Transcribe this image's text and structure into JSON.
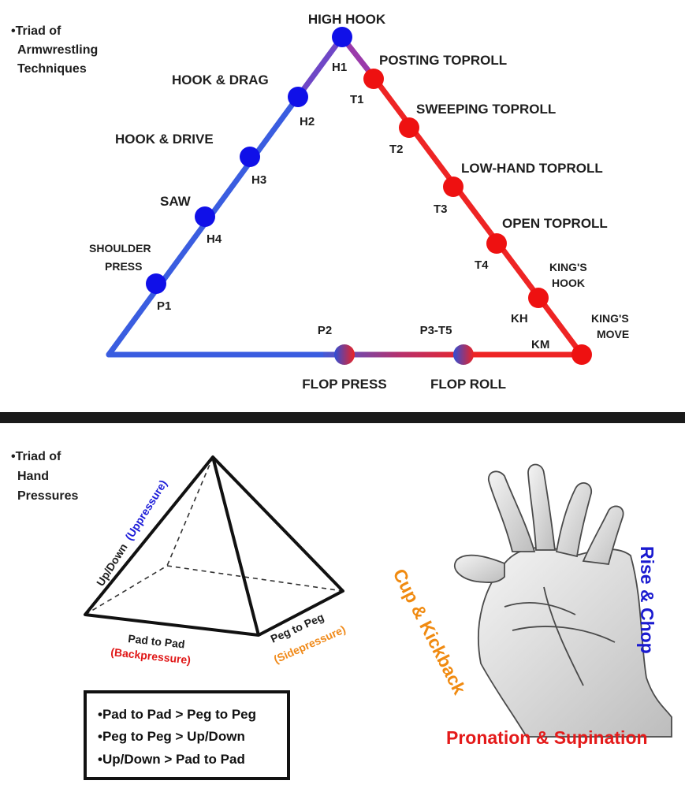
{
  "triad_techniques": {
    "heading": [
      "•Triad of",
      "Armwrestling",
      "Techniques"
    ],
    "hook_color": "#2f5fe0",
    "toproll_color": "#ee2424",
    "press_color": "#2f5fe0",
    "nodes": [
      {
        "id": "h1",
        "code": "H1",
        "label": [
          "HIGH HOOK"
        ],
        "color": "#1010e8"
      },
      {
        "id": "h2",
        "code": "H2",
        "label": [
          "HOOK & DRAG"
        ],
        "color": "#1010e8"
      },
      {
        "id": "h3",
        "code": "H3",
        "label": [
          "HOOK & DRIVE"
        ],
        "color": "#1010e8"
      },
      {
        "id": "h4",
        "code": "H4",
        "label": [
          "SAW"
        ],
        "color": "#1010e8"
      },
      {
        "id": "p1",
        "code": "P1",
        "label": [
          "SHOULDER",
          "PRESS"
        ],
        "color": "#1010e8"
      },
      {
        "id": "t1",
        "code": "T1",
        "label": [
          "POSTING TOPROLL"
        ],
        "color": "#ee1111"
      },
      {
        "id": "t2",
        "code": "T2",
        "label": [
          "SWEEPING TOPROLL"
        ],
        "color": "#ee1111"
      },
      {
        "id": "t3",
        "code": "T3",
        "label": [
          "LOW-HAND TOPROLL"
        ],
        "color": "#ee1111"
      },
      {
        "id": "t4",
        "code": "T4",
        "label": [
          "OPEN TOPROLL"
        ],
        "color": "#ee1111"
      },
      {
        "id": "kh",
        "code": "KH",
        "label": [
          "KING'S",
          "HOOK"
        ],
        "color": "#ee1111"
      },
      {
        "id": "km",
        "code": "KM",
        "label": [
          "KING'S",
          "MOVE"
        ],
        "color": "#ee1111"
      },
      {
        "id": "p2",
        "code": "P2",
        "label": [
          "FLOP PRESS"
        ],
        "color": "mixed"
      },
      {
        "id": "p3t5",
        "code": "P3-T5",
        "label": [
          "FLOP ROLL"
        ],
        "color": "mixed"
      }
    ]
  },
  "triad_pressures": {
    "heading": [
      "•Triad of",
      "Hand",
      "Pressures"
    ],
    "faces": {
      "updown": {
        "label": "Up/Down",
        "sub": "(Uppressure)",
        "sub_color": "#1a1ad8"
      },
      "pad": {
        "label": "Pad to Pad",
        "sub": "(Backpressure)",
        "sub_color": "#e01818"
      },
      "peg": {
        "label": "Peg to Peg",
        "sub": "(Sidepressure)",
        "sub_color": "#f08a1a"
      }
    },
    "rules": [
      "•Pad to Pad > Peg to Peg",
      "•Peg to Peg > Up/Down",
      "•Up/Down > Pad to Pad"
    ]
  },
  "hand": {
    "icon": "hand-sketch-icon",
    "cup_kickback": {
      "text": "Cup & Kickback",
      "color": "#f08a10"
    },
    "rise_chop": {
      "text": "Rise & Chop",
      "color": "#1a1ad0"
    },
    "pronation": {
      "text": "Pronation & Supination",
      "color": "#e41a1a"
    }
  },
  "colors": {
    "divider": "#1a1a1a",
    "text": "#1e1e1e"
  }
}
